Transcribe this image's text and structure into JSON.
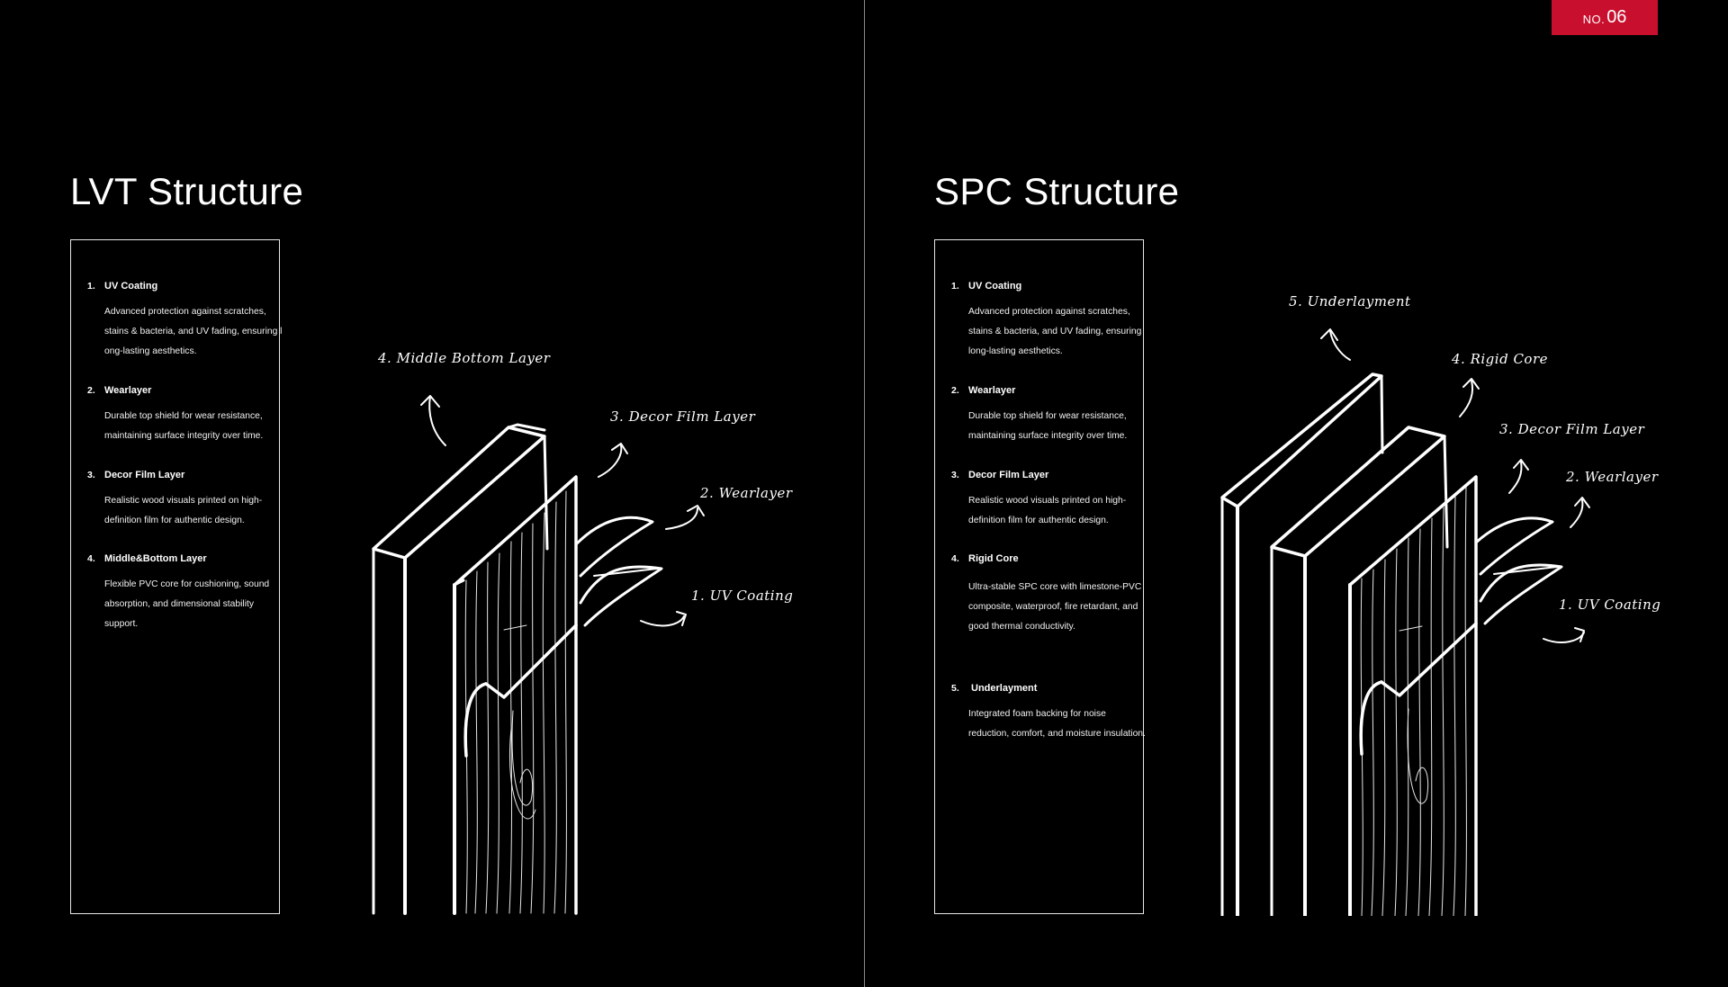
{
  "badge": {
    "prefix": "NO.",
    "number": "06"
  },
  "lvt": {
    "title": "LVT Structure",
    "items": [
      {
        "num": "1.",
        "head": "UV Coating",
        "desc": "Advanced protection against scratches, stains & bacteria, and UV fading, ensuring l ong-lasting aesthetics."
      },
      {
        "num": "2.",
        "head": "Wearlayer",
        "desc": "Durable top shield for wear resistance, maintaining surface integrity over time."
      },
      {
        "num": "3.",
        "head": "Decor Film Layer",
        "desc": "Realistic wood visuals printed on high-definition film for authentic design."
      },
      {
        "num": "4.",
        "head": "Middle&Bottom Layer",
        "desc": "Flexible PVC core for cushioning, sound absorption, and dimensional stability support."
      }
    ],
    "labels": {
      "l4": "4. Middle Bottom Layer",
      "l3": "3. Decor Film Layer",
      "l2": "2. Wearlayer",
      "l1": "1. UV Coating"
    }
  },
  "spc": {
    "title": "SPC Structure",
    "items": [
      {
        "num": "1.",
        "head": "UV Coating",
        "desc": "Advanced protection against scratches, stains & bacteria, and UV fading, ensuring long-lasting aesthetics."
      },
      {
        "num": "2.",
        "head": "Wearlayer",
        "desc": "Durable top shield for wear resistance, maintaining surface integrity over time."
      },
      {
        "num": "3.",
        "head": "Decor Film Layer",
        "desc": "Realistic wood visuals printed on high-definition film for authentic design."
      },
      {
        "num": "4.",
        "head": "Rigid Core",
        "desc": "Ultra-stable SPC core with limestone-PVC composite, waterproof, fire retardant, and good thermal conductivity."
      },
      {
        "num": "5.",
        "head": "Underlayment",
        "desc": "Integrated foam backing for noise reduction, comfort, and moisture insulation."
      }
    ],
    "labels": {
      "l5": "5. Underlayment",
      "l4": "4. Rigid Core",
      "l3": "3. Decor Film Layer",
      "l2": "2. Wearlayer",
      "l1": "1. UV Coating"
    }
  }
}
